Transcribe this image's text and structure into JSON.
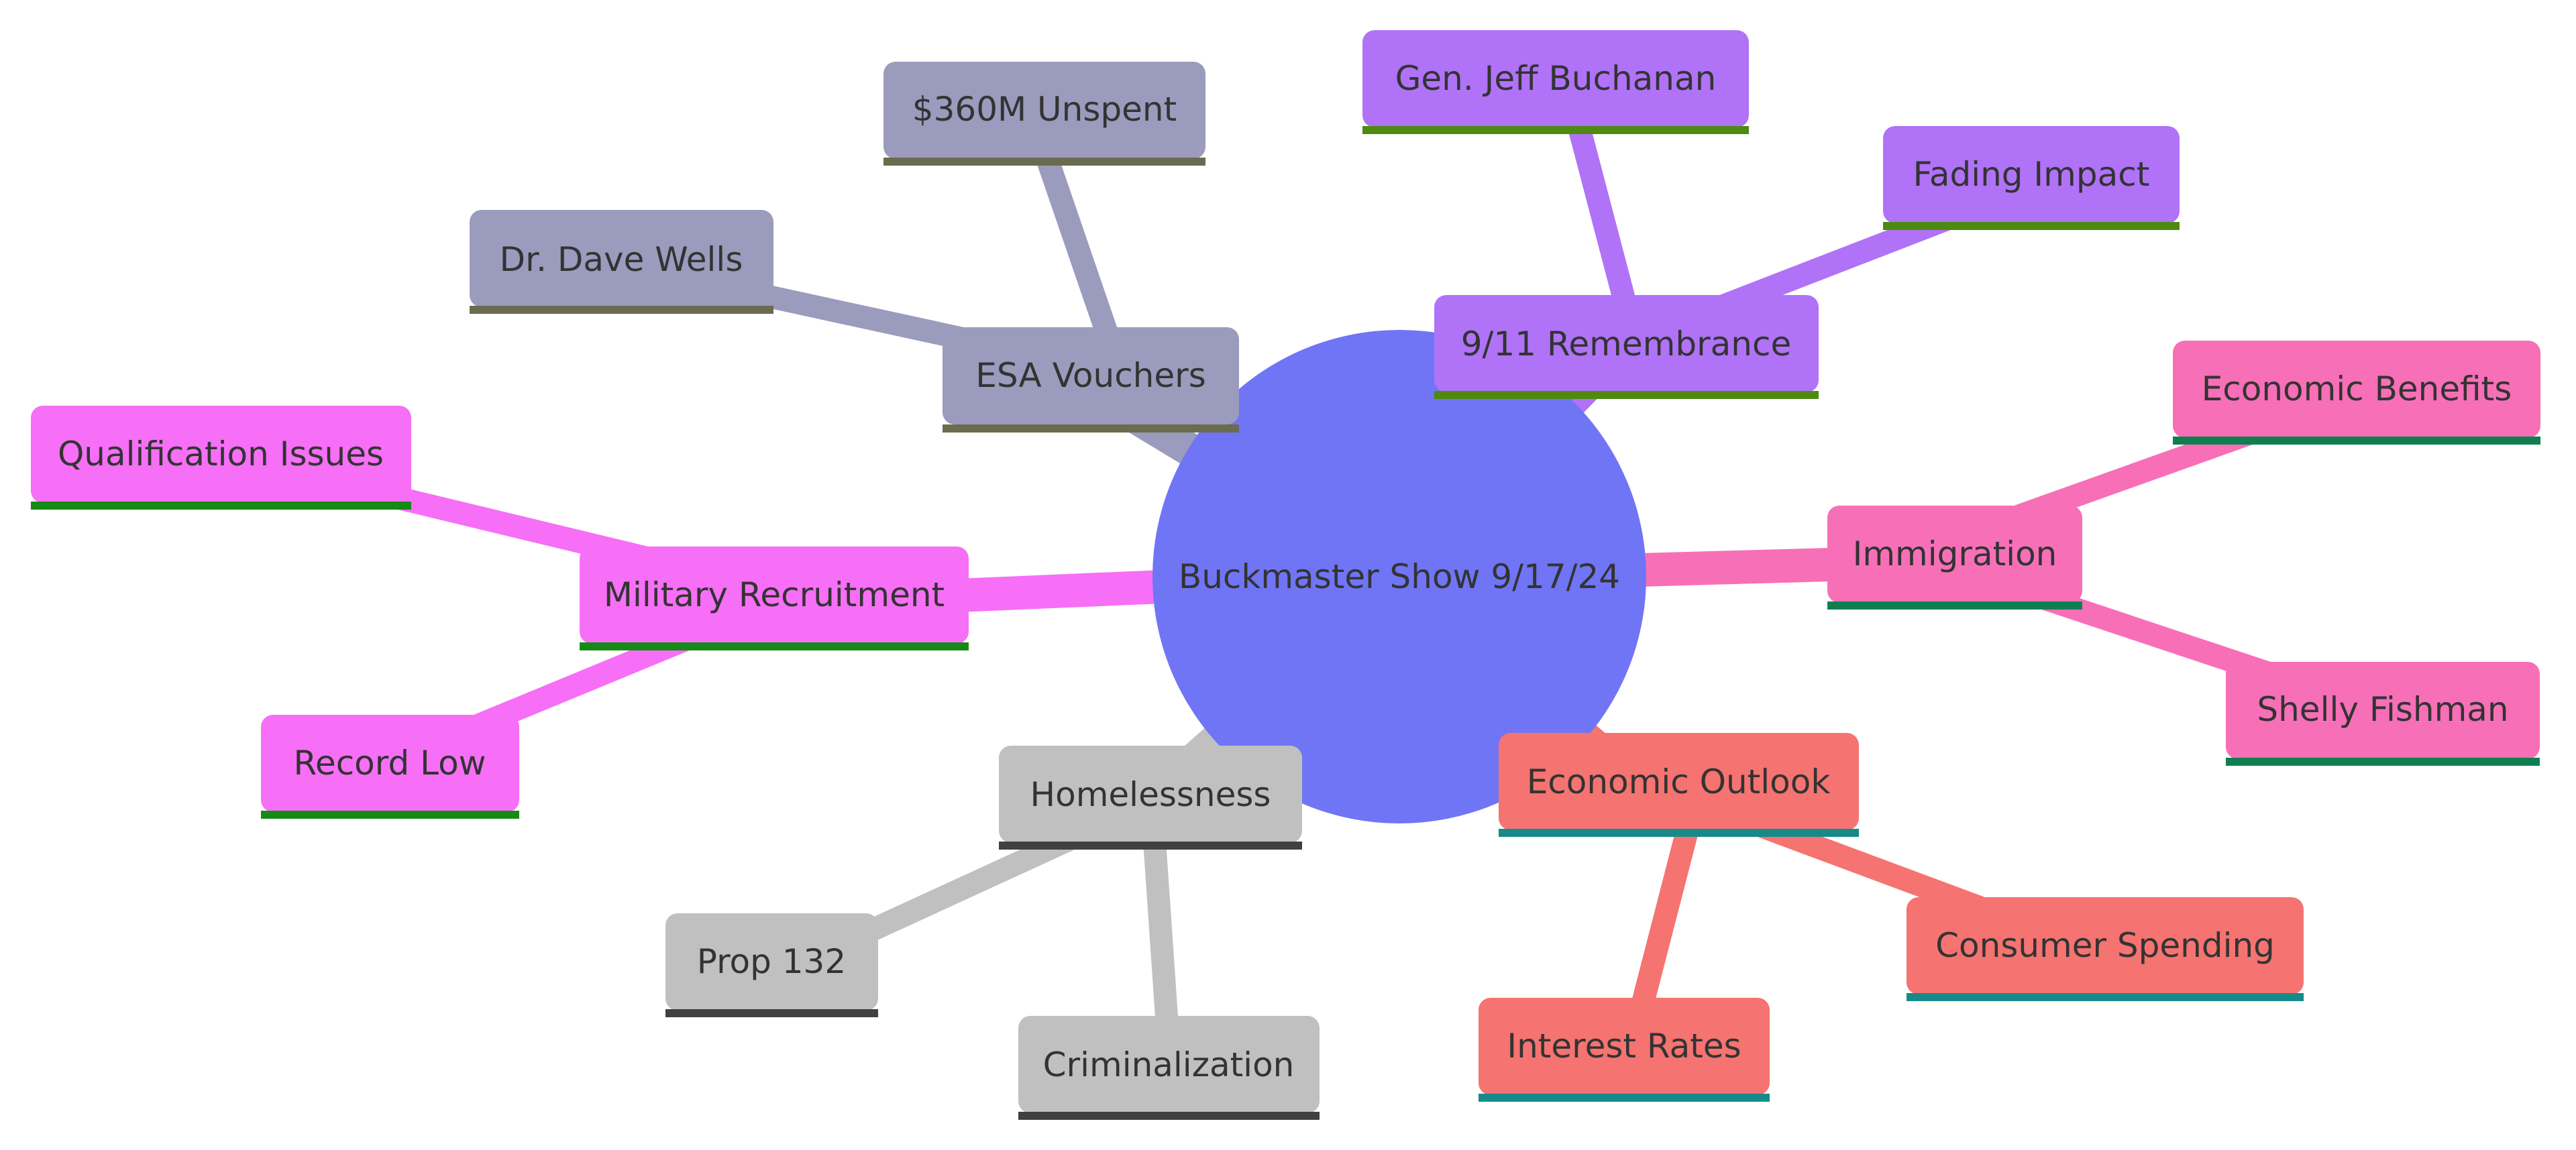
{
  "root": {
    "label": "Buckmaster Show 9/17/24",
    "color": "#7075f5"
  },
  "branches": [
    {
      "key": "esa",
      "label": "ESA Vouchers",
      "color": "#9b9bbd",
      "underline": "#6b6b4f",
      "children": [
        {
          "key": "unspent",
          "label": "$360M Unspent"
        },
        {
          "key": "wells",
          "label": "Dr. Dave Wells"
        }
      ]
    },
    {
      "key": "remembrance",
      "label": "9/11 Remembrance",
      "color": "#b072f7",
      "underline": "#4e8a10",
      "children": [
        {
          "key": "buchanan",
          "label": "Gen. Jeff Buchanan"
        },
        {
          "key": "fading",
          "label": "Fading Impact"
        }
      ]
    },
    {
      "key": "immigration",
      "label": "Immigration",
      "color": "#f76fb7",
      "underline": "#0f7f4f",
      "children": [
        {
          "key": "benefits",
          "label": "Economic Benefits"
        },
        {
          "key": "fishman",
          "label": "Shelly Fishman"
        }
      ]
    },
    {
      "key": "economic",
      "label": "Economic Outlook",
      "color": "#f57370",
      "underline": "#168a8a",
      "children": [
        {
          "key": "spending",
          "label": "Consumer Spending"
        },
        {
          "key": "rates",
          "label": "Interest Rates"
        }
      ]
    },
    {
      "key": "homelessness",
      "label": "Homelessness",
      "color": "#c0c0c0",
      "underline": "#404040",
      "children": [
        {
          "key": "prop132",
          "label": "Prop 132"
        },
        {
          "key": "criminalization",
          "label": "Criminalization"
        }
      ]
    },
    {
      "key": "military",
      "label": "Military Recruitment",
      "color": "#f66ff6",
      "underline": "#158a15",
      "children": [
        {
          "key": "qualification",
          "label": "Qualification Issues"
        },
        {
          "key": "recordlow",
          "label": "Record Low"
        }
      ]
    }
  ]
}
